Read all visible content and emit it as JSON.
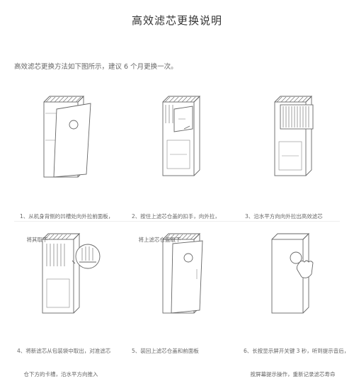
{
  "page": {
    "title": "高效滤芯更换说明",
    "intro": "高效滤芯更换方法如下图所示，建议 6 个月更换一次。"
  },
  "steps": [
    {
      "line1": "1、从机身背侧的凹槽处向外拉前面板，",
      "line2": "    将其取下"
    },
    {
      "line1": "2、按住上滤芯仓盖的扣手，向外拉，",
      "line2": "    将上滤芯仓盖取下"
    },
    {
      "line1": "3、沿水平方向向外拉出高效滤芯",
      "line2": ""
    },
    {
      "line1": "4、将新滤芯从包装袋中取出，对准滤芯",
      "line2": "    仓下方的卡槽，沿水平方向推入"
    },
    {
      "line1": "5、装回上滤芯仓盖和前面板",
      "line2": ""
    },
    {
      "line1": "6、长按显示屏开关键 3 秒，听到提示音后，",
      "line2": "    按屏幕提示操作，重新记录滤芯寿命"
    }
  ]
}
